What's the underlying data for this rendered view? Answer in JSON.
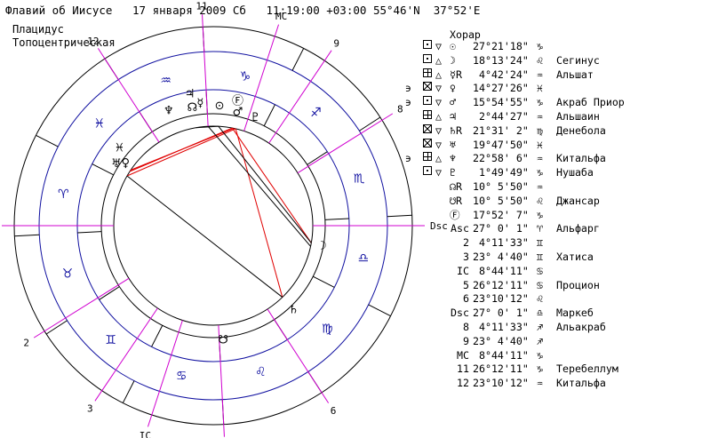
{
  "header": {
    "name": "Флавий об Иисусе",
    "date": "17 января 2009 Сб",
    "time": "11:19:00 +03:00",
    "lat": "55°46'N",
    "lon": "37°52'E"
  },
  "house_system": "Плацидус",
  "coordinates_type": "Топоцентрическая",
  "list_title": "Хорар",
  "colors": {
    "red": "#e00000",
    "blue": "#1010a0",
    "magenta": "#d000d0",
    "black": "#000000"
  },
  "houses": {
    "1": "Asc",
    "2": "2",
    "3": "3",
    "4": "IC",
    "5": "5",
    "6": "6",
    "7": "Dsc",
    "8": "8",
    "9": "9",
    "10": "MC",
    "11": "11",
    "12": "12"
  },
  "planets": [
    {
      "aspect": "",
      "box": "dot",
      "tri": "▽",
      "glyph": "☉",
      "deg": "27°21'18\"",
      "sign": "♑",
      "star": ""
    },
    {
      "aspect": "",
      "box": "dot",
      "tri": "△",
      "glyph": "☽",
      "deg": "18°13'24\"",
      "sign": "♌",
      "star": "Сегинус"
    },
    {
      "aspect": "",
      "box": "grid",
      "tri": "△",
      "glyph": "☿R",
      "deg": " 4°42'24\"",
      "sign": "♒",
      "star": "Альшат"
    },
    {
      "aspect": "϶",
      "box": "cross",
      "tri": "▽",
      "glyph": "♀",
      "deg": "14°27'26\"",
      "sign": "♓",
      "star": ""
    },
    {
      "aspect": "϶",
      "box": "dot",
      "tri": "▽",
      "glyph": "♂",
      "deg": "15°54'55\"",
      "sign": "♑",
      "star": "Акраб Приор"
    },
    {
      "aspect": "",
      "box": "grid",
      "tri": "△",
      "glyph": "♃",
      "deg": " 2°44'27\"",
      "sign": "♒",
      "star": "Альшаин"
    },
    {
      "aspect": "",
      "box": "cross",
      "tri": "▽",
      "glyph": "♄R",
      "deg": "21°31' 2\"",
      "sign": "♍",
      "star": "Денебола"
    },
    {
      "aspect": "",
      "box": "cross",
      "tri": "▽",
      "glyph": "♅",
      "deg": "19°47'50\"",
      "sign": "♓",
      "star": ""
    },
    {
      "aspect": "϶",
      "box": "grid",
      "tri": "△",
      "glyph": "♆",
      "deg": "22°58' 6\"",
      "sign": "♒",
      "star": "Китальфа"
    },
    {
      "aspect": "",
      "box": "dot",
      "tri": "▽",
      "glyph": "♇",
      "deg": " 1°49'49\"",
      "sign": "♑",
      "star": "Нушаба"
    }
  ],
  "points": [
    {
      "label": "",
      "glyph": "☊R",
      "deg": "10° 5'50\"",
      "sign": "♒",
      "star": ""
    },
    {
      "label": "",
      "glyph": "☋R",
      "deg": "10° 5'50\"",
      "sign": "♌",
      "star": "Джансар"
    },
    {
      "label": "",
      "glyph": "Ⓕ",
      "deg": "17°52' 7\"",
      "sign": "♑",
      "star": ""
    },
    {
      "label": "Asc",
      "glyph": "",
      "deg": "27° 0' 1\"",
      "sign": "♈",
      "star": "Альфарг"
    },
    {
      "label": "2",
      "glyph": "",
      "deg": " 4°11'33\"",
      "sign": "♊",
      "star": ""
    },
    {
      "label": "3",
      "glyph": "",
      "deg": "23° 4'40\"",
      "sign": "♊",
      "star": "Хатиса"
    },
    {
      "label": "IC",
      "glyph": "",
      "deg": " 8°44'11\"",
      "sign": "♋",
      "star": ""
    },
    {
      "label": "5",
      "glyph": "",
      "deg": "26°12'11\"",
      "sign": "♋",
      "star": "Процион"
    },
    {
      "label": "6",
      "glyph": "",
      "deg": "23°10'12\"",
      "sign": "♌",
      "star": ""
    },
    {
      "label": "Dsc",
      "glyph": "",
      "deg": "27° 0' 1\"",
      "sign": "♎",
      "star": "Маркеб"
    },
    {
      "label": "8",
      "glyph": "",
      "deg": " 4°11'33\"",
      "sign": "♐",
      "star": "Альакраб"
    },
    {
      "label": "9",
      "glyph": "",
      "deg": "23° 4'40\"",
      "sign": "♐",
      "star": ""
    },
    {
      "label": "MC",
      "glyph": "",
      "deg": " 8°44'11\"",
      "sign": "♑",
      "star": ""
    },
    {
      "label": "11",
      "glyph": "",
      "deg": "26°12'11\"",
      "sign": "♑",
      "star": "Теребеллум"
    },
    {
      "label": "12",
      "glyph": "",
      "deg": "23°10'12\"",
      "sign": "♒",
      "star": "Китальфа"
    }
  ],
  "wheel": {
    "signs": [
      {
        "glyph": "♒",
        "name": "aquarius"
      },
      {
        "glyph": "♑",
        "name": "capricorn"
      },
      {
        "glyph": "♐",
        "name": "sagittarius"
      },
      {
        "glyph": "♏",
        "name": "scorpio"
      },
      {
        "glyph": "♎",
        "name": "libra"
      },
      {
        "glyph": "♍",
        "name": "virgo"
      },
      {
        "glyph": "♌",
        "name": "leo"
      },
      {
        "glyph": "♋",
        "name": "cancer"
      },
      {
        "glyph": "♊",
        "name": "gemini"
      },
      {
        "glyph": "♉",
        "name": "taurus"
      },
      {
        "glyph": "♈",
        "name": "aries"
      },
      {
        "glyph": "♓",
        "name": "pisces"
      }
    ],
    "planet_glyphs": [
      {
        "glyph": "☊",
        "name": "north-node"
      },
      {
        "glyph": "☿",
        "name": "mercury"
      },
      {
        "glyph": "⊙",
        "name": "sun"
      },
      {
        "glyph": "Ⓕ",
        "name": "fortune"
      },
      {
        "glyph": "♂",
        "name": "mars"
      },
      {
        "glyph": "♃",
        "name": "jupiter"
      },
      {
        "glyph": "♆",
        "name": "neptune"
      },
      {
        "glyph": "♇",
        "name": "pluto"
      },
      {
        "glyph": "♓",
        "name": "pisces-inner"
      },
      {
        "glyph": "♅",
        "name": "uranus"
      },
      {
        "glyph": "♀",
        "name": "venus"
      },
      {
        "glyph": "☽",
        "name": "moon"
      },
      {
        "glyph": "♄",
        "name": "saturn"
      },
      {
        "glyph": "☋",
        "name": "south-node"
      }
    ]
  }
}
